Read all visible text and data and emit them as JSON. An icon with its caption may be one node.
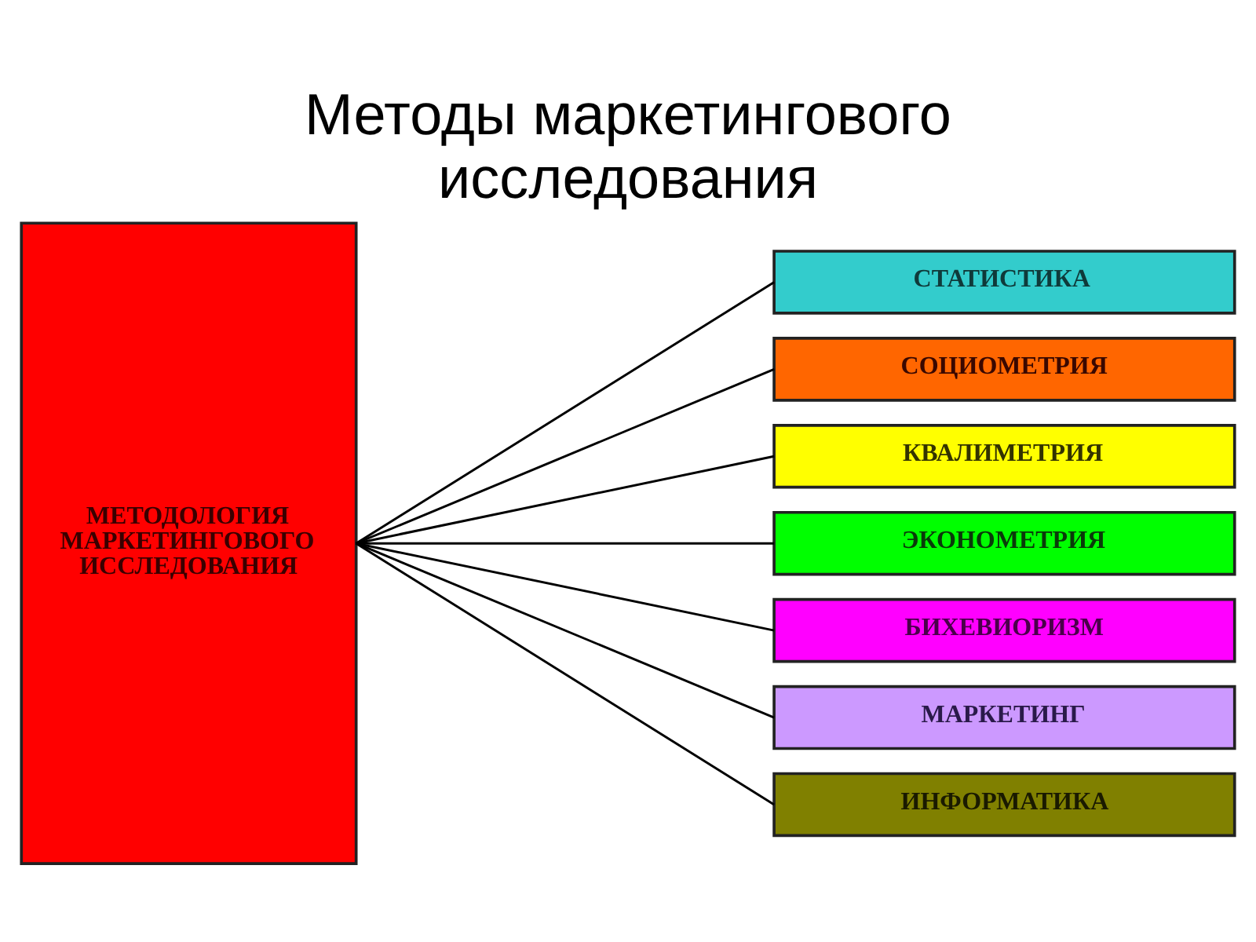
{
  "diagram": {
    "title": "Методы маркетингового исследования",
    "nodes": [
      {
        "text": [
          "МЕТОДОЛОГИЯ МАРКЕТИНГОВОГО ИССЛЕДОВАНИЯ"
        ]
      },
      {
        "text": [
          "СТАТИСТИКА"
        ]
      },
      {
        "text": [
          "СОЦИОМЕТРИЯ"
        ]
      },
      {
        "text": [
          "КВАЛИМЕТРИЯ"
        ]
      },
      {
        "text": [
          "ЭКОНОМЕТРИЯ"
        ]
      },
      {
        "text": [
          "БИХЕВИОРИЗМ"
        ]
      },
      {
        "text": [
          "МАРКЕТИНГ"
        ]
      },
      {
        "text": [
          "ИНФОРМАТИКА"
        ]
      }
    ],
    "edges": [
      {
        "from": 0,
        "to": 1,
        "arrow": "none"
      },
      {
        "from": 0,
        "to": 2,
        "arrow": "none"
      },
      {
        "from": 0,
        "to": 3,
        "arrow": "none"
      },
      {
        "from": 0,
        "to": 4,
        "arrow": "none"
      },
      {
        "from": 0,
        "to": 5,
        "arrow": "none"
      },
      {
        "from": 0,
        "to": 6,
        "arrow": "none"
      },
      {
        "from": 0,
        "to": 7,
        "arrow": "none"
      }
    ]
  }
}
